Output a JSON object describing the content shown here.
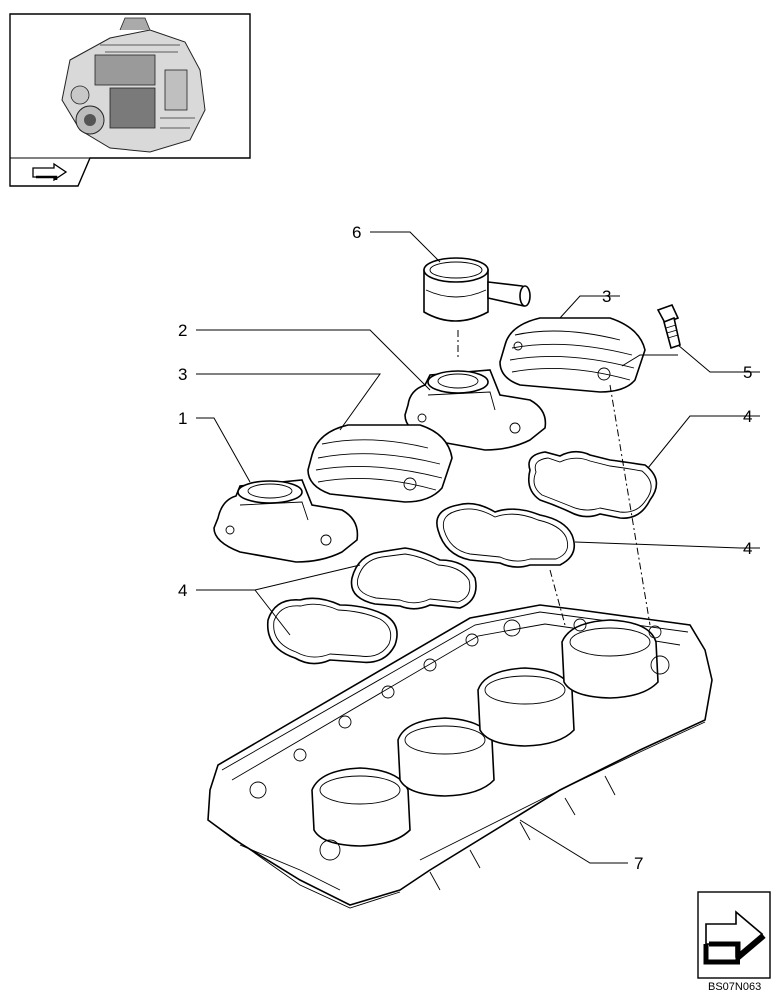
{
  "callouts": {
    "c6": "6",
    "c3a": "3",
    "c2": "2",
    "c5": "5",
    "c3b": "3",
    "c4a": "4",
    "c1": "1",
    "c4b": "4",
    "c4c": "4",
    "c7": "7"
  },
  "drawing_code": "BS07N063",
  "icons": {
    "thumbnail": "engine-thumbnail-icon",
    "thumb_nav": "arrow-hand-icon",
    "nav_next": "arrow-right-icon"
  }
}
